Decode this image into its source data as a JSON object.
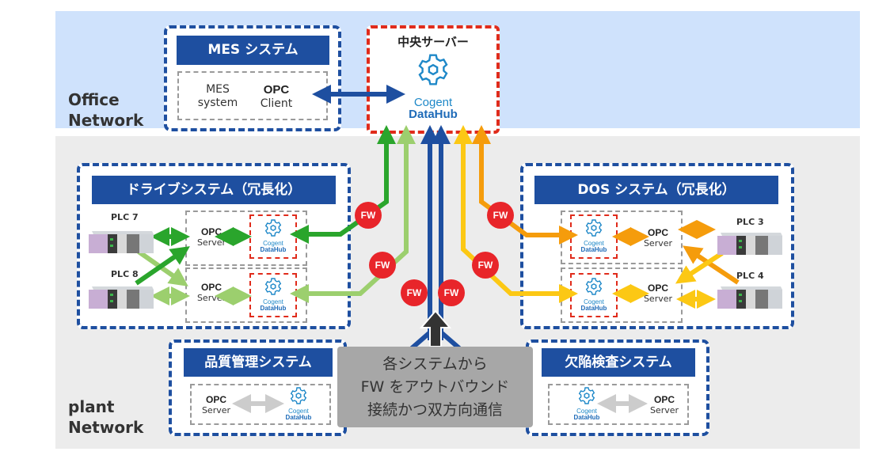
{
  "zones": {
    "office": {
      "label_line1": "Office",
      "label_line2": "Network",
      "color": "#cfe2fc"
    },
    "plant": {
      "label_line1": "plant",
      "label_line2": "Network",
      "color": "#ececec"
    }
  },
  "central_server": {
    "title": "中央サーバー",
    "logo_line1": "Cogent",
    "logo_line2": "DataHub",
    "icon": "gear-icon"
  },
  "mes": {
    "title": "MES システム",
    "system_line1": "MES",
    "system_line2": "system",
    "opc_line1": "OPC",
    "opc_line2": "Client"
  },
  "drive_system": {
    "title": "ドライブシステム（冗長化）",
    "plcs": [
      {
        "label": "PLC 7"
      },
      {
        "label": "PLC 8"
      }
    ],
    "servers": [
      {
        "opc_line1": "OPC",
        "opc_line2": "Server",
        "logo_line1": "Cogent",
        "logo_line2": "DataHub"
      },
      {
        "opc_line1": "OPC",
        "opc_line2": "Server",
        "logo_line1": "Cogent",
        "logo_line2": "DataHub"
      }
    ]
  },
  "dos_system": {
    "title": "DOS システム（冗長化）",
    "plcs": [
      {
        "label": "PLC 3"
      },
      {
        "label": "PLC 4"
      }
    ],
    "servers": [
      {
        "opc_line1": "OPC",
        "opc_line2": "Server",
        "logo_line1": "Cogent",
        "logo_line2": "DataHub"
      },
      {
        "opc_line1": "OPC",
        "opc_line2": "Server",
        "logo_line1": "Cogent",
        "logo_line2": "DataHub"
      }
    ]
  },
  "quality_system": {
    "title": "品質管理システム",
    "opc_line1": "OPC",
    "opc_line2": "Server",
    "logo_line1": "Cogent",
    "logo_line2": "DataHub"
  },
  "defect_system": {
    "title": "欠陥検査システム",
    "opc_line1": "OPC",
    "opc_line2": "Server",
    "logo_line1": "Cogent",
    "logo_line2": "DataHub"
  },
  "firewall_label": "FW",
  "note": {
    "line1": "各システムから",
    "line2": "FW をアウトバウンド",
    "line3": "接続かつ双方向通信"
  },
  "colors": {
    "system_blue": "#1e4fa0",
    "server_red": "#e02b1b",
    "fw_red": "#e8252a",
    "drive_primary": "#2aa52c",
    "drive_secondary": "#9ccf6e",
    "dos_primary": "#f59c0c",
    "dos_secondary": "#fcc814",
    "mes_arrow": "#1e4fa0",
    "inactive_arrow": "#cccccc"
  }
}
